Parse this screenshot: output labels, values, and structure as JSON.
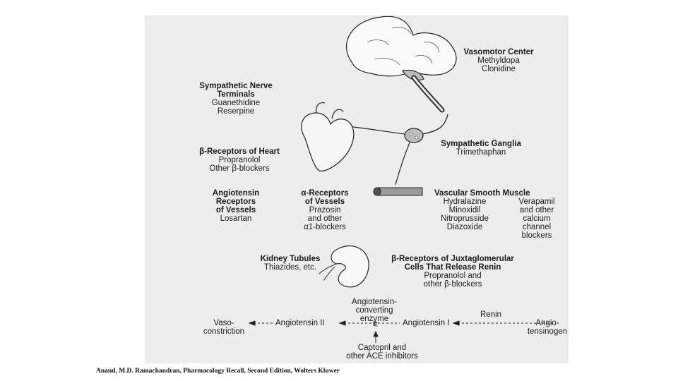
{
  "labels": {
    "vasomotor": {
      "title": "Vasomotor Center",
      "drug1": "Methyldopa",
      "drug2": "Clonidine"
    },
    "sympathetic_nerve": {
      "title1": "Sympathetic Nerve",
      "title2": "Terminals",
      "drug1": "Guanethidine",
      "drug2": "Reserpine"
    },
    "beta_heart": {
      "title": "β-Receptors of Heart",
      "drug1": "Propranolol",
      "drug2": "Other β-blockers"
    },
    "ganglia": {
      "title": "Sympathetic Ganglia",
      "drug1": "Trimethaphan"
    },
    "angiotensin_rec": {
      "title1": "Angiotensin",
      "title2": "Receptors",
      "title3": "of Vessels",
      "drug1": "Losartan"
    },
    "alpha_rec": {
      "title1": "α-Receptors",
      "title2": "of Vessels",
      "drug1": "Prazosin",
      "drug2": "and other",
      "drug3": "α1-blockers"
    },
    "vascular": {
      "title": "Vascular Smooth Muscle",
      "drug1": "Hydralazine",
      "drug2": "Minoxidil",
      "drug3": "Nitroprusside",
      "drug4": "Diazoxide",
      "drug5": "Verapamil",
      "drug6": "and other",
      "drug7": "calcium",
      "drug8": "channel",
      "drug9": "blockers"
    },
    "kidney": {
      "title": "Kidney Tubules",
      "drug1": "Thiazides, etc."
    },
    "juxta": {
      "title1": "β-Receptors of Juxtaglomerular",
      "title2": "Cells That Release Renin",
      "drug1": "Propranolol and",
      "drug2": "other β-blockers"
    },
    "ras": {
      "ace1": "Angiotensin-",
      "ace2": "converting",
      "ace3": "enzyme",
      "renin": "Renin",
      "vaso1": "Vaso-",
      "vaso2": "constriction",
      "ang2": "Angiotensin II",
      "ang1": "Angiotensin I",
      "angio1": "Angio-",
      "angio2": "tensinogen",
      "inhib1": "Captopril and",
      "inhib2": "other ACE inhibitors"
    }
  },
  "caption": "Anand, M.D. Ramachandran, Pharmacology Recall, Second Edition, Wolters Kluwer"
}
